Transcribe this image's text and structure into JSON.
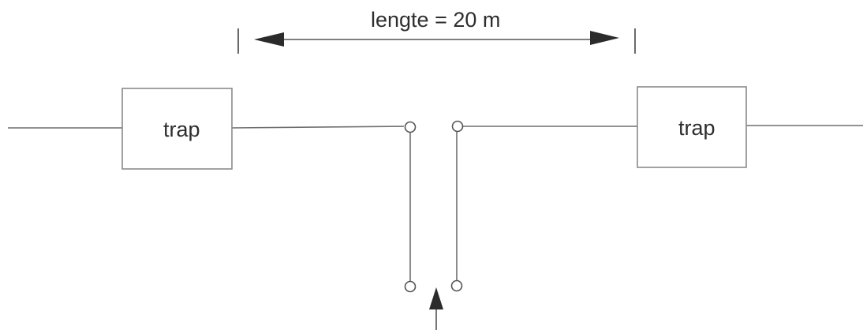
{
  "dimension": {
    "label": "lengte = 20 m"
  },
  "traps": [
    {
      "label": "trap"
    },
    {
      "label": "trap"
    }
  ],
  "feed_arrow": {
    "icon": "arrow-up-icon"
  }
}
